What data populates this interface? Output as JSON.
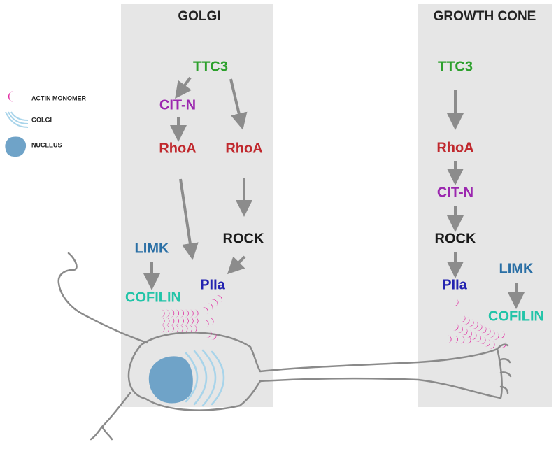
{
  "colors": {
    "panel": "#e6e6e6",
    "ttc3": "#2ca02c",
    "cit_n": "#9b27af",
    "rhoa": "#c0282d",
    "rock": "#1a1a1a",
    "limk": "#2a6fa5",
    "cofilin": "#22c4a8",
    "piia": "#2323b0",
    "actin": "#e0199a",
    "golgi": "#a8d4ea",
    "nucleus": "#6fa3c8",
    "arrow": "#8c8c8c",
    "cell_outline": "#8a8a8a"
  },
  "legend": {
    "actin_monomer": "ACTIN MONOMER",
    "golgi": "GOLGI",
    "nucleus": "NUCLEUS",
    "icons": [
      "actin-monomer-icon",
      "golgi-icon",
      "nucleus-icon"
    ]
  },
  "golgi_panel": {
    "title": "GOLGI",
    "ttc3": "TTC3",
    "cit_n": "CIT-N",
    "rhoa_left": "RhoA",
    "rhoa_right": "RhoA",
    "rock": "ROCK",
    "limk": "LIMK",
    "cofilin": "COFILIN",
    "piia": "PIIa"
  },
  "growth_cone_panel": {
    "title": "GROWTH CONE",
    "ttc3": "TTC3",
    "rhoa": "RhoA",
    "cit_n": "CIT-N",
    "rock": "ROCK",
    "piia": "PIIa",
    "limk": "LIMK",
    "cofilin": "COFILIN"
  }
}
